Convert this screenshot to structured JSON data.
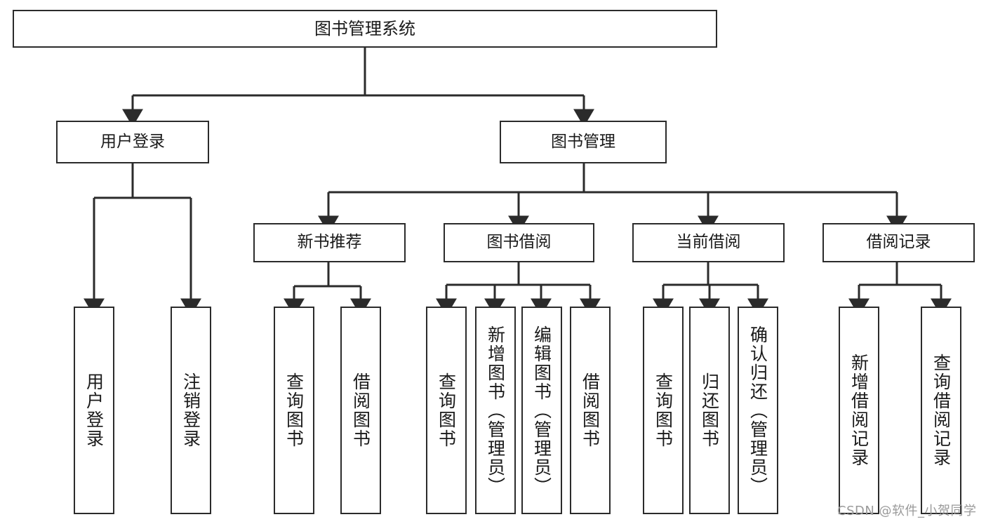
{
  "diagram": {
    "title": "图书管理系统",
    "type": "tree-hierarchy",
    "watermark": "CSDN @软件_小贺同学",
    "colors": {
      "stroke": "#2b2b2b",
      "fill": "#ffffff",
      "text": "#1a1a1a",
      "watermark": "#9a9a9a"
    },
    "nodes": {
      "root": {
        "label": "图书管理系统"
      },
      "level1": [
        {
          "id": "user-login",
          "label": "用户登录"
        },
        {
          "id": "book-management",
          "label": "图书管理"
        }
      ],
      "level2": [
        {
          "id": "new-book-recommend",
          "label": "新书推荐"
        },
        {
          "id": "book-borrow",
          "label": "图书借阅"
        },
        {
          "id": "current-borrow",
          "label": "当前借阅"
        },
        {
          "id": "borrow-record",
          "label": "借阅记录"
        }
      ],
      "leaves": {
        "user-login": [
          {
            "id": "leaf-user-login",
            "label": "用户登录"
          },
          {
            "id": "leaf-logout-login",
            "label": "注销登录"
          }
        ],
        "new-book-recommend": [
          {
            "id": "leaf-query-book-1",
            "label": "查询图书"
          },
          {
            "id": "leaf-borrow-book-1",
            "label": "借阅图书"
          }
        ],
        "book-borrow": [
          {
            "id": "leaf-query-book-2",
            "label": "查询图书"
          },
          {
            "id": "leaf-add-book",
            "label": "新增图书（管理员）"
          },
          {
            "id": "leaf-edit-book",
            "label": "编辑图书（管理员）"
          },
          {
            "id": "leaf-borrow-book-2",
            "label": "借阅图书"
          }
        ],
        "current-borrow": [
          {
            "id": "leaf-query-book-3",
            "label": "查询图书"
          },
          {
            "id": "leaf-return-book",
            "label": "归还图书"
          },
          {
            "id": "leaf-confirm-return",
            "label": "确认归还（管理员）"
          }
        ],
        "borrow-record": [
          {
            "id": "leaf-add-record",
            "label": "新增借阅记录"
          },
          {
            "id": "leaf-query-record",
            "label": "查询借阅记录"
          }
        ]
      }
    }
  }
}
